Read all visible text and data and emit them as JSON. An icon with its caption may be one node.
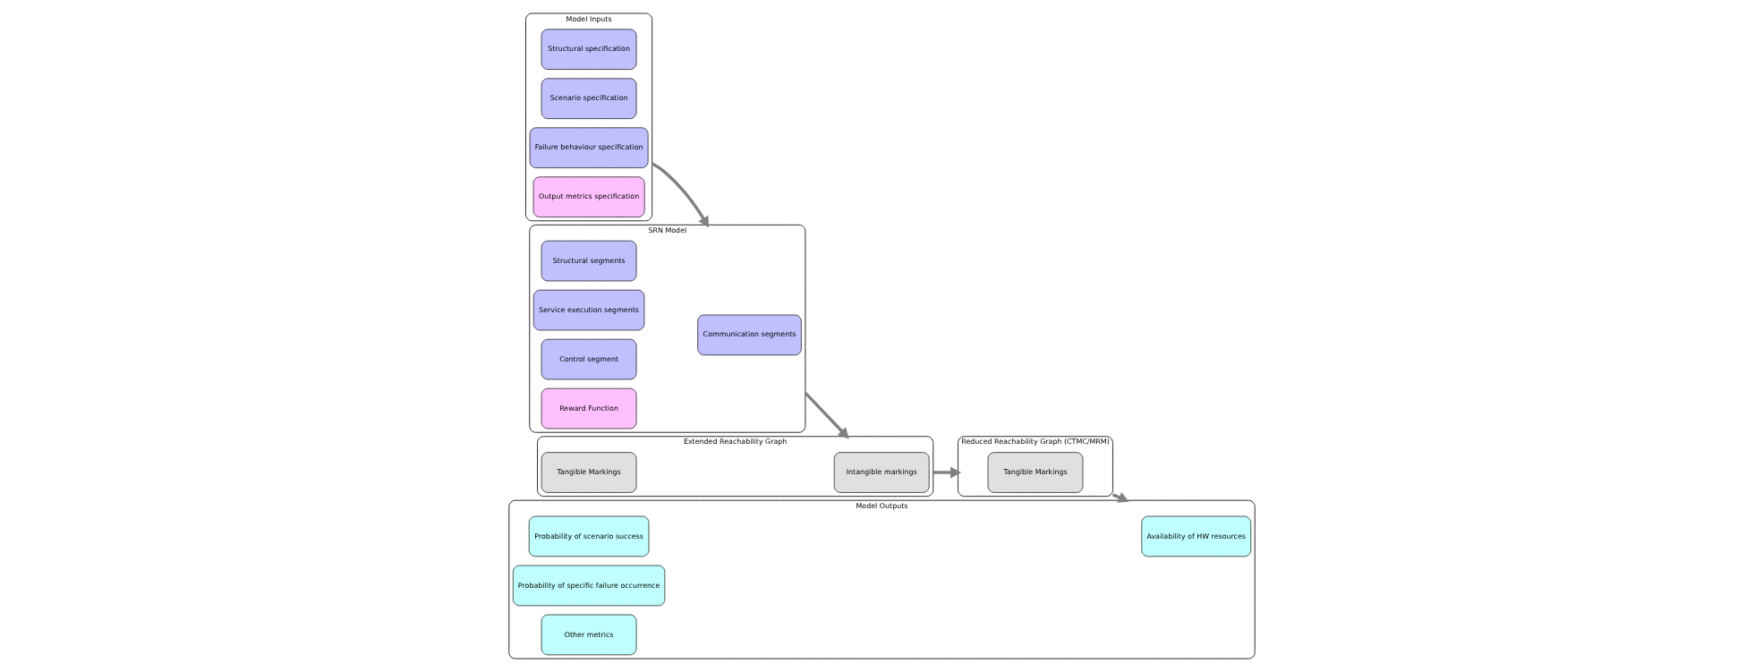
{
  "diagram": {
    "nodes": [
      {
        "text": [
          "Model Inputs"
        ]
      },
      {
        "text": [
          "Structural specification"
        ],
        "in": 0
      },
      {
        "text": [
          "Scenario specification"
        ],
        "in": 0
      },
      {
        "text": [
          "Failure behaviour specification"
        ],
        "in": 0
      },
      {
        "text": [
          "Output metrics specification"
        ],
        "in": 0
      },
      {
        "text": [
          "SRN Model"
        ]
      },
      {
        "text": [
          "Structural segments"
        ],
        "in": 5
      },
      {
        "text": [
          "Service execution segments"
        ],
        "in": 5
      },
      {
        "text": [
          "Communication segments"
        ],
        "in": 5
      },
      {
        "text": [
          "Control segment"
        ],
        "in": 5
      },
      {
        "text": [
          "Reward Function"
        ],
        "in": 5
      },
      {
        "text": [
          "Extended Reachability Graph"
        ]
      },
      {
        "text": [
          "Tangible Markings"
        ],
        "in": 11
      },
      {
        "text": [
          "Intangible markings"
        ],
        "in": 11
      },
      {
        "text": [
          "Reduced Reachability Graph (CTMC/MRM)"
        ]
      },
      {
        "text": [
          "Tangible Markings"
        ],
        "in": 14
      },
      {
        "text": [
          "Model Outputs"
        ]
      },
      {
        "text": [
          "Probability of scenario success"
        ],
        "in": 16
      },
      {
        "text": [
          "Probability of specific failure occurrence"
        ],
        "in": 16
      },
      {
        "text": [
          "Availability of HW resources"
        ],
        "in": 16
      },
      {
        "text": [
          "Other metrics"
        ],
        "in": 16
      }
    ],
    "edges": [
      {
        "from": 0,
        "to": 5,
        "arrow": "to"
      },
      {
        "from": 5,
        "to": 11,
        "arrow": "to"
      },
      {
        "from": 11,
        "to": 14,
        "arrow": "to"
      },
      {
        "from": 14,
        "to": 16,
        "arrow": "to"
      }
    ]
  }
}
